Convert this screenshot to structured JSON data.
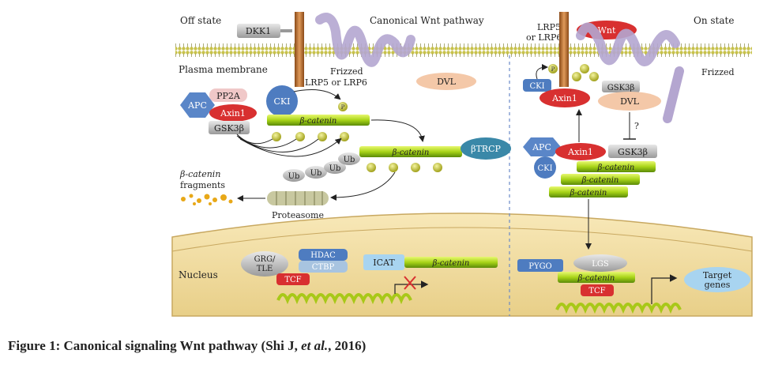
{
  "labels": {
    "off_state": "Off state",
    "on_state": "On state",
    "pathway_title": "Canonical Wnt pathway",
    "plasma_membrane": "Plasma membrane",
    "nucleus": "Nucleus",
    "proteasome": "Proteasome",
    "fragments_line1": "β-catenin",
    "fragments_line2": "fragments",
    "question_mark": "?",
    "lrp_left": "LRP5 or LRP6",
    "frizzled_left": "Frizzed",
    "lrp_right_line1": "LRP5",
    "lrp_right_line2": "or LRP6",
    "frizzled_right": "Frizzed",
    "target_genes_line1": "Target",
    "target_genes_line2": "genes"
  },
  "proteins": {
    "dkk1": "DKK1",
    "wnt": "Wnt",
    "dvl": "DVL",
    "pp2a": "PP2A",
    "apc": "APC",
    "axin1": "Axin1",
    "cki": "CKI",
    "gsk3b": "GSK3β",
    "btrcp": "βTRCP",
    "beta_catenin": "β-catenin",
    "phospho": "P",
    "ubiquitin": "Ub",
    "grg_tle_line1": "GRG/",
    "grg_tle_line2": "TLE",
    "hdac": "HDAC",
    "ctbp": "CTBP",
    "tcf": "TCF",
    "icat": "ICAT",
    "pygo": "PYGO",
    "lgs": "LGS"
  },
  "caption": {
    "prefix": "Figure 1: Canonical signaling Wnt pathway (Shi J, ",
    "etal": "et al.",
    "suffix": ", 2016)"
  },
  "colors": {
    "membrane_head": "#c8c24a",
    "beta_catenin_bar": "#a8d418",
    "axin1": "#d83030",
    "apc": "#5a86c8",
    "cki": "#4e7cc0",
    "gsk3b": "#b8b8b8",
    "tcf": "#d83030",
    "nucleus": "#f4dfa0",
    "receptor": "#b86a2a",
    "frizzled": "#b4a6d0",
    "dvl": "#f4c8a8",
    "btrcp": "#3a88a8",
    "pp2a": "#f0c8c8",
    "icat": "#a8d4f0",
    "phospho": "#c8c820"
  }
}
